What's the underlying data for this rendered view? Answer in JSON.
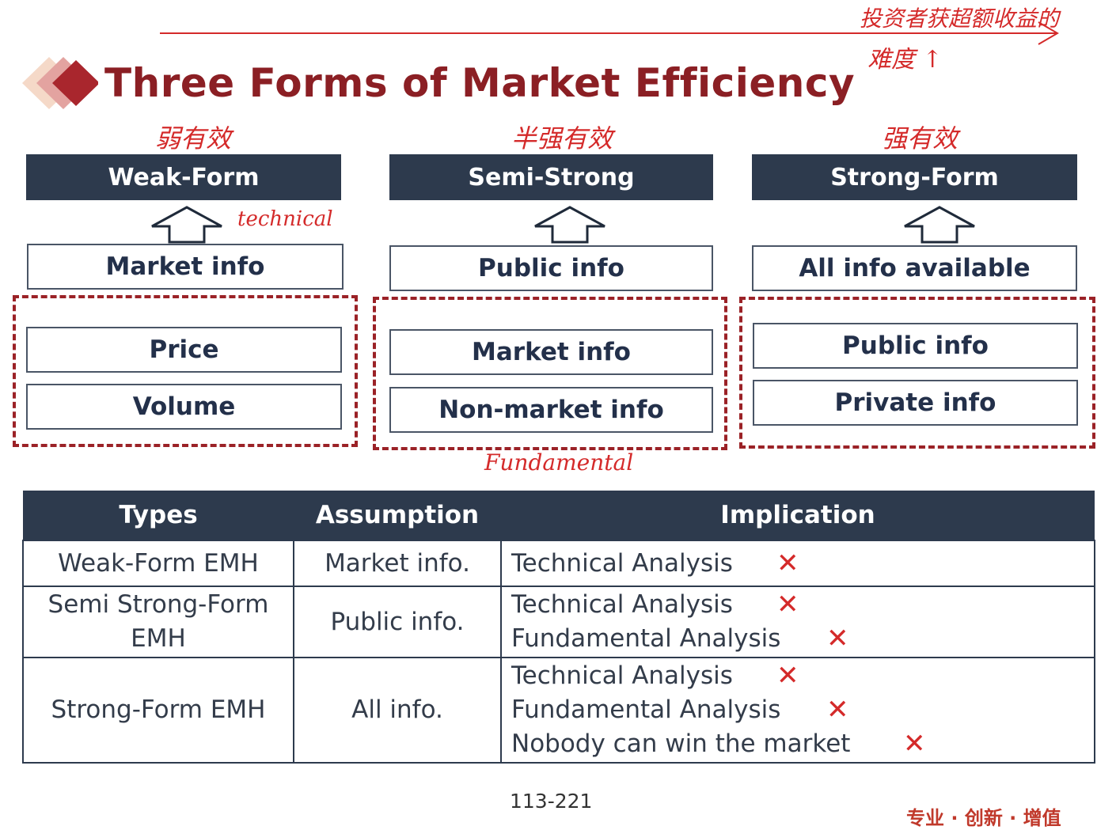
{
  "title": "Three Forms of Market Efficiency",
  "annotations": {
    "top_note_line1": "投资者获超额收益的",
    "top_note_line2": "难度 ↑",
    "weak_cn": "弱有效",
    "semi_cn": "半强有效",
    "strong_cn": "强有效",
    "technical": "technical",
    "fundamental": "Fundamental"
  },
  "forms": [
    {
      "header": "Weak-Form",
      "info": "Market info",
      "components": [
        "Price",
        "Volume"
      ]
    },
    {
      "header": "Semi-Strong",
      "info": "Public info",
      "components": [
        "Market info",
        "Non-market info"
      ]
    },
    {
      "header": "Strong-Form",
      "info": "All info available",
      "components": [
        "Public info",
        "Private info"
      ]
    }
  ],
  "table": {
    "headers": [
      "Types",
      "Assumption",
      "Implication"
    ],
    "rows": [
      {
        "type": "Weak-Form EMH",
        "assumption": "Market info.",
        "implications": [
          "Technical Analysis"
        ]
      },
      {
        "type": "Semi Strong-Form EMH",
        "assumption": "Public info.",
        "implications": [
          "Technical Analysis",
          "Fundamental Analysis"
        ]
      },
      {
        "type": "Strong-Form EMH",
        "assumption": "All info.",
        "implications": [
          "Technical Analysis",
          "Fundamental Analysis",
          "Nobody can win the market"
        ]
      }
    ],
    "x_mark": "✕"
  },
  "footer": {
    "page": "113-221",
    "brand": "专业 · 创新 · 增值"
  },
  "colors": {
    "title": "#8b1f24",
    "header_bg": "#2d3a4d",
    "dash": "#9b2227",
    "annotation": "#d42a2a"
  }
}
